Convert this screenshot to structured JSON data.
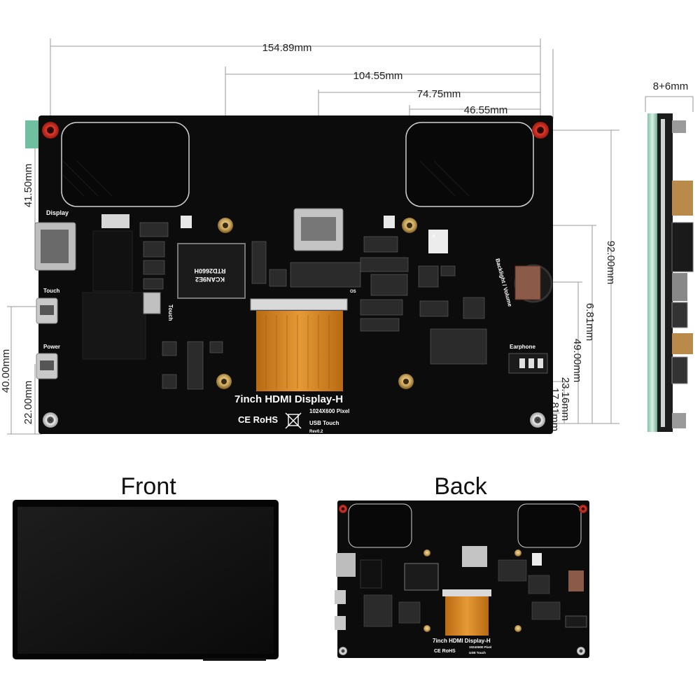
{
  "dimensions": {
    "width_total": "154.89mm",
    "hole_span_104": "104.55mm",
    "hdmi_offset": "74.75mm",
    "hole_offset_46": "46.55mm",
    "thickness": "8+6mm",
    "left_hole_height": "41.50mm",
    "height_total": "92.00mm",
    "v_6_81": "6.81mm",
    "v_49_00": "49.00mm",
    "v_23_16": "23.16mm",
    "v_17_81": "17.81mm",
    "left_40_00": "40.00mm",
    "left_22_00": "22.00mm"
  },
  "board": {
    "title": "7inch HDMI Display-H",
    "resolution": "1024X600 Pixel",
    "touch_type": "USB Touch",
    "revision": "Rev0.2",
    "certs": "CE RoHS",
    "chip_line1": "RTD2660H",
    "chip_line2": "KCAN9E2",
    "port_display": "Display",
    "port_touch": "Touch",
    "port_power": "Power",
    "touch_side": "Touch",
    "backlight": "Backlight / Volume",
    "earphone": "Earphone",
    "chip_small": "OS"
  },
  "views": {
    "front": "Front",
    "back": "Back"
  },
  "colors": {
    "board": "#0c0c0c",
    "flex": "#d4841f",
    "gold": "#c9a55a",
    "red_hole": "#c8221b"
  }
}
